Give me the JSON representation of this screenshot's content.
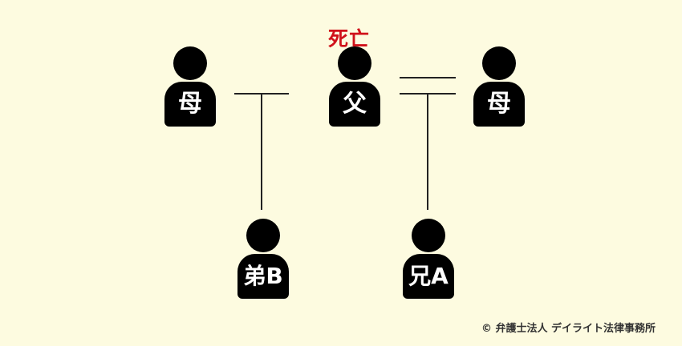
{
  "colors": {
    "background": "#fdfbe0",
    "figure": "#000000",
    "figure_text": "#ffffff",
    "status_text": "#d0121b",
    "line": "#222222"
  },
  "people": {
    "mother_left": {
      "label": "母"
    },
    "father": {
      "label": "父",
      "status": "死亡"
    },
    "mother_right": {
      "label": "母"
    },
    "brother_b": {
      "label": "弟B"
    },
    "brother_a": {
      "label": "兄A"
    }
  },
  "icons": {
    "person": "person-silhouette-icon"
  },
  "credit": "© 弁護士法人 デイライト法律事務所"
}
